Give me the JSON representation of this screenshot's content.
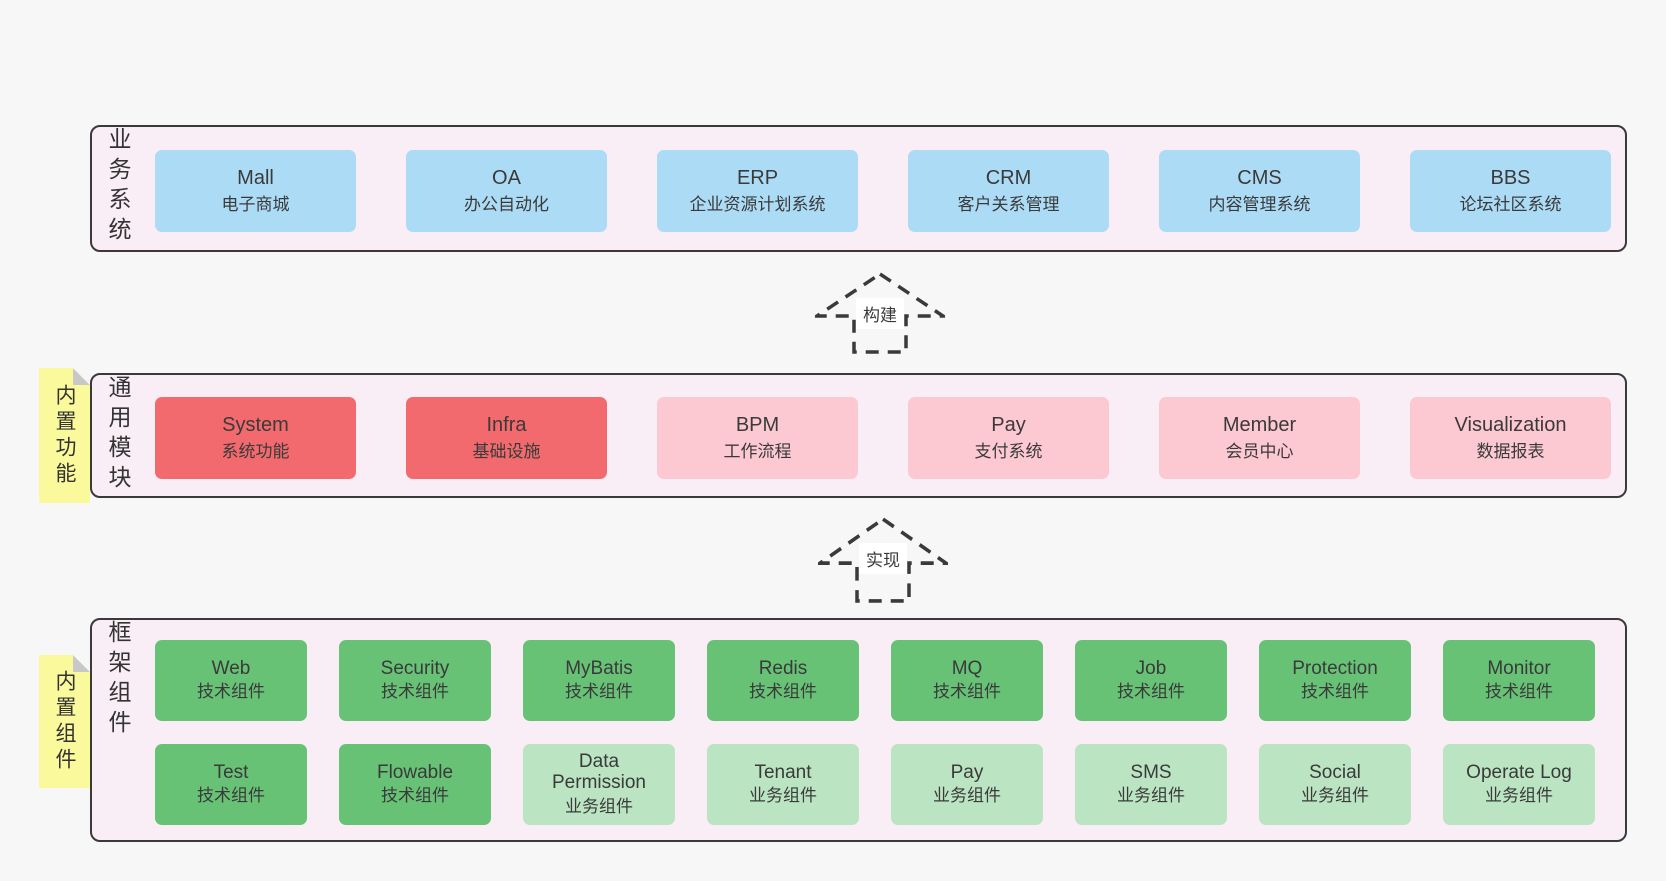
{
  "palette": {
    "page-bg": "#f7f7f7",
    "panel-bg": "#f9edf6",
    "panel-border": "#3a3a3a",
    "node-blue": "#acdcf5",
    "node-red": "#f26a6e",
    "node-pink": "#fcc8d2",
    "node-green": "#67c276",
    "node-green-light": "#bbe5c2",
    "sticky-yellow": "#fafa9d",
    "sticky-fold": "#c8c8c8",
    "text": "#3a3a3a"
  },
  "sections": {
    "business": {
      "label": "业务系统",
      "items": [
        {
          "name": "Mall",
          "desc": "电子商城"
        },
        {
          "name": "OA",
          "desc": "办公自动化"
        },
        {
          "name": "ERP",
          "desc": "企业资源计划系统"
        },
        {
          "name": "CRM",
          "desc": "客户关系管理"
        },
        {
          "name": "CMS",
          "desc": "内容管理系统"
        },
        {
          "name": "BBS",
          "desc": "论坛社区系统"
        }
      ]
    },
    "modules": {
      "label": "通用模块",
      "sticky": "内置功能",
      "items": [
        {
          "name": "System",
          "desc": "系统功能"
        },
        {
          "name": "Infra",
          "desc": "基础设施"
        },
        {
          "name": "BPM",
          "desc": "工作流程"
        },
        {
          "name": "Pay",
          "desc": "支付系统"
        },
        {
          "name": "Member",
          "desc": "会员中心"
        },
        {
          "name": "Visualization",
          "desc": "数据报表"
        }
      ]
    },
    "components": {
      "label": "框架组件",
      "sticky": "内置组件",
      "row1": [
        {
          "name": "Web",
          "desc": "技术组件"
        },
        {
          "name": "Security",
          "desc": "技术组件"
        },
        {
          "name": "MyBatis",
          "desc": "技术组件"
        },
        {
          "name": "Redis",
          "desc": "技术组件"
        },
        {
          "name": "MQ",
          "desc": "技术组件"
        },
        {
          "name": "Job",
          "desc": "技术组件"
        },
        {
          "name": "Protection",
          "desc": "技术组件"
        },
        {
          "name": "Monitor",
          "desc": "技术组件"
        }
      ],
      "row2": [
        {
          "name": "Test",
          "desc": "技术组件"
        },
        {
          "name": "Flowable",
          "desc": "技术组件"
        },
        {
          "name": "Data Permission",
          "desc": "业务组件"
        },
        {
          "name": "Tenant",
          "desc": "业务组件"
        },
        {
          "name": "Pay",
          "desc": "业务组件"
        },
        {
          "name": "SMS",
          "desc": "业务组件"
        },
        {
          "name": "Social",
          "desc": "业务组件"
        },
        {
          "name": "Operate Log",
          "desc": "业务组件"
        }
      ]
    }
  },
  "arrows": [
    {
      "label": "构建"
    },
    {
      "label": "实现"
    }
  ]
}
